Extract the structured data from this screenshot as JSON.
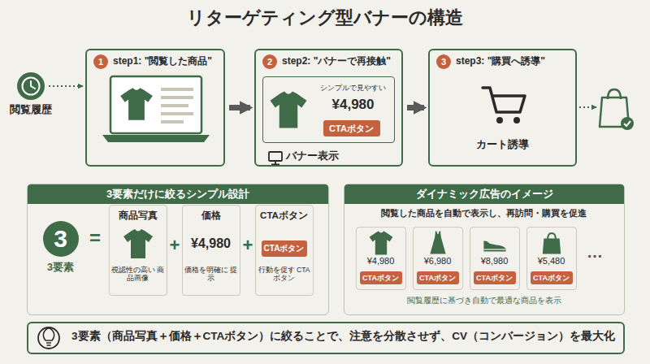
{
  "diagram": {
    "title": "リターゲティング型バナーの構造",
    "nodes": [
      {
        "text": [
          "1",
          "step1: \"閲覧した商品\""
        ]
      },
      {
        "text": [
          "2",
          "step2: \"バナーで再接触\""
        ]
      },
      {
        "text": [
          "シンプルで見やすい",
          "¥4,980"
        ],
        "in": 1
      },
      {
        "text": [
          "CTAボタン"
        ],
        "in": 2
      },
      {
        "text": [
          "3",
          "step3: \"購買へ誘導\"",
          "カート誘導"
        ]
      },
      {
        "text": [
          "3要素だけに絞るシンプル設計"
        ]
      },
      {
        "text": [
          "3",
          "3要素"
        ],
        "in": 5
      },
      {
        "text": [
          "商品写真",
          "視認性の高い 商品画像"
        ],
        "in": 5
      },
      {
        "text": [
          "価格",
          "¥4,980",
          "価格を明確に 提示"
        ],
        "in": 5
      },
      {
        "text": [
          "CTAボタン",
          "行動を促す CTAボタン"
        ],
        "in": 5
      },
      {
        "text": [
          "CTAボタン"
        ],
        "in": 9
      },
      {
        "text": [
          "ダイナミック広告のイメージ",
          "閲覧した商品を自動で表示し、再訪問・購買を促進",
          "閲覧履歴に基づき自動で最適な商品を表示"
        ]
      },
      {
        "text": [
          "¥4,980"
        ],
        "in": 11
      },
      {
        "text": [
          "CTAボタン"
        ],
        "in": 12
      },
      {
        "text": [
          "¥6,980"
        ],
        "in": 11
      },
      {
        "text": [
          "CTAボタン"
        ],
        "in": 14
      },
      {
        "text": [
          "¥8,980"
        ],
        "in": 11
      },
      {
        "text": [
          "CTAボタン"
        ],
        "in": 16
      },
      {
        "text": [
          "¥5,480"
        ],
        "in": 11
      },
      {
        "text": [
          "CTAボタン"
        ],
        "in": 18
      },
      {
        "text": [
          "3要素（商品写真＋価格＋CTAボタン）に絞ることで、注意を分散させず、CV（コンバージョン）を最大化"
        ]
      }
    ],
    "edges": [
      {
        "from": 0,
        "to": 1,
        "arrow": "to"
      },
      {
        "from": 1,
        "to": 4,
        "arrow": "to"
      }
    ],
    "labels": [
      "閲覧履歴",
      "バナー表示",
      "=",
      "+",
      "+",
      "…"
    ]
  }
}
